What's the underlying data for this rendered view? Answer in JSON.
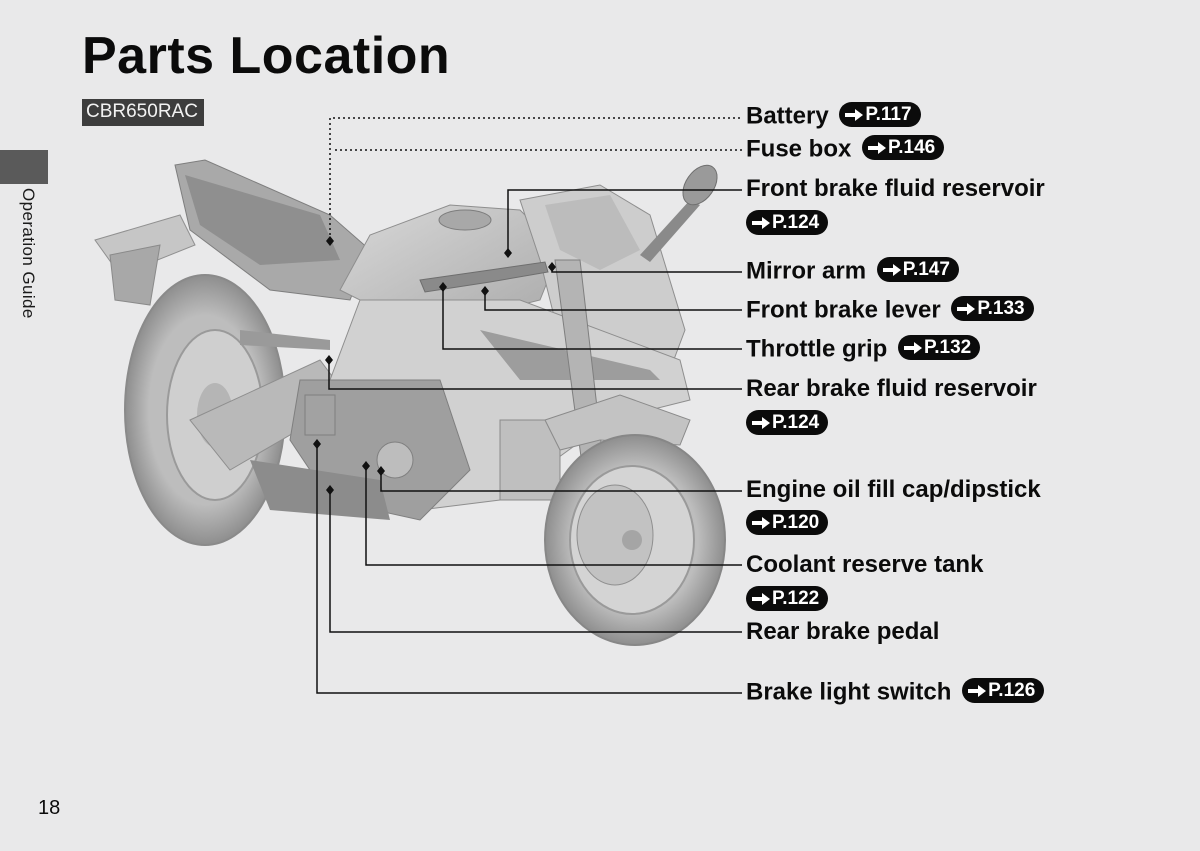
{
  "page": {
    "title": "Parts Location",
    "model": "CBR650RAC",
    "side_tab": "Operation Guide",
    "page_number": "18"
  },
  "callouts": [
    {
      "label": "Battery",
      "page": "P.117"
    },
    {
      "label": "Fuse box",
      "page": "P.146"
    },
    {
      "label": "Front brake fluid reservoir",
      "page": "P.124"
    },
    {
      "label": "Mirror arm",
      "page": "P.147"
    },
    {
      "label": "Front brake lever",
      "page": "P.133"
    },
    {
      "label": "Throttle grip",
      "page": "P.132"
    },
    {
      "label": "Rear brake fluid reservoir",
      "page": "P.124"
    },
    {
      "label": "Engine oil fill cap/dipstick",
      "page": "P.120"
    },
    {
      "label": "Coolant reserve tank",
      "page": "P.122"
    },
    {
      "label": "Rear brake pedal",
      "page": ""
    },
    {
      "label": "Brake light switch",
      "page": "P.126"
    }
  ],
  "icons": {
    "reference": "page-reference-arrow-icon",
    "illustration": "motorcycle-illustration"
  },
  "colors": {
    "background": "#e9e9ea",
    "text": "#0b0b0b",
    "badge": "#3d3d3d",
    "side_tab": "#5a5a5a"
  }
}
